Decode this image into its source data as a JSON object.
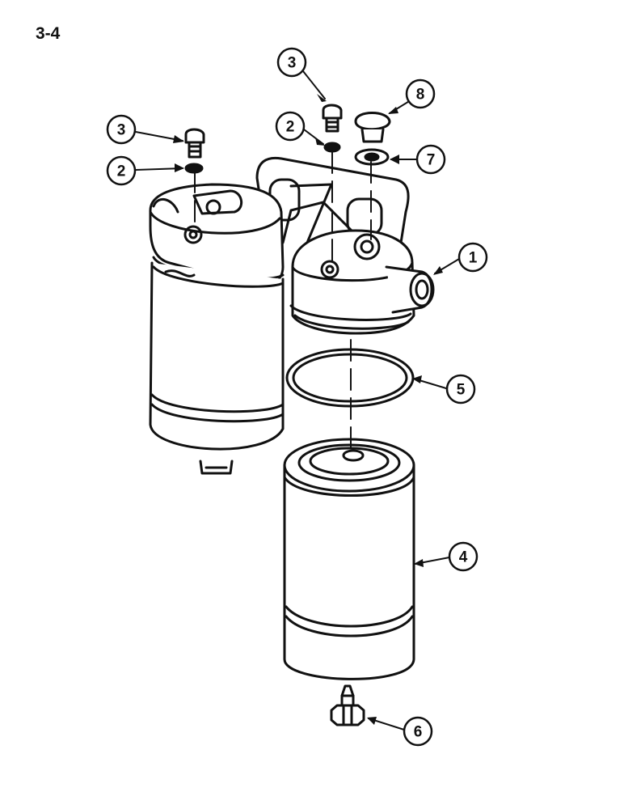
{
  "page_label": "3-4",
  "callouts": [
    {
      "id": "c3a",
      "number": "3"
    },
    {
      "id": "c3b",
      "number": "3"
    },
    {
      "id": "c8",
      "number": "8"
    },
    {
      "id": "c2a",
      "number": "2"
    },
    {
      "id": "c2b",
      "number": "2"
    },
    {
      "id": "c7",
      "number": "7"
    },
    {
      "id": "c1",
      "number": "1"
    },
    {
      "id": "c5",
      "number": "5"
    },
    {
      "id": "c4",
      "number": "4"
    },
    {
      "id": "c6",
      "number": "6"
    }
  ],
  "colors": {
    "ink": "#111111",
    "paper": "#ffffff"
  }
}
